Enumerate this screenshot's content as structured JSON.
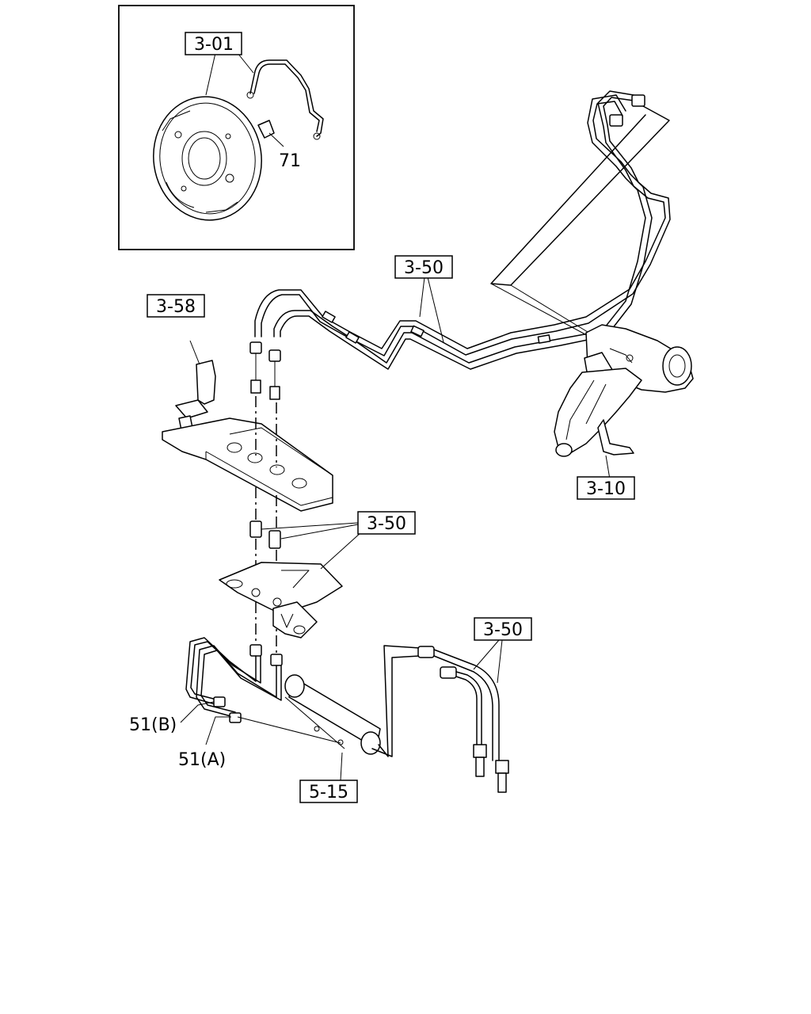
{
  "labels": {
    "ref_3_01": "3-01",
    "ref_71": "71",
    "ref_3_50_top": "3-50",
    "ref_3_58": "3-58",
    "ref_3_10": "3-10",
    "ref_3_50_mid": "3-50",
    "ref_3_50_low": "3-50",
    "ref_51B": "51(B)",
    "ref_51A": "51(A)",
    "ref_5_15": "5-15"
  }
}
